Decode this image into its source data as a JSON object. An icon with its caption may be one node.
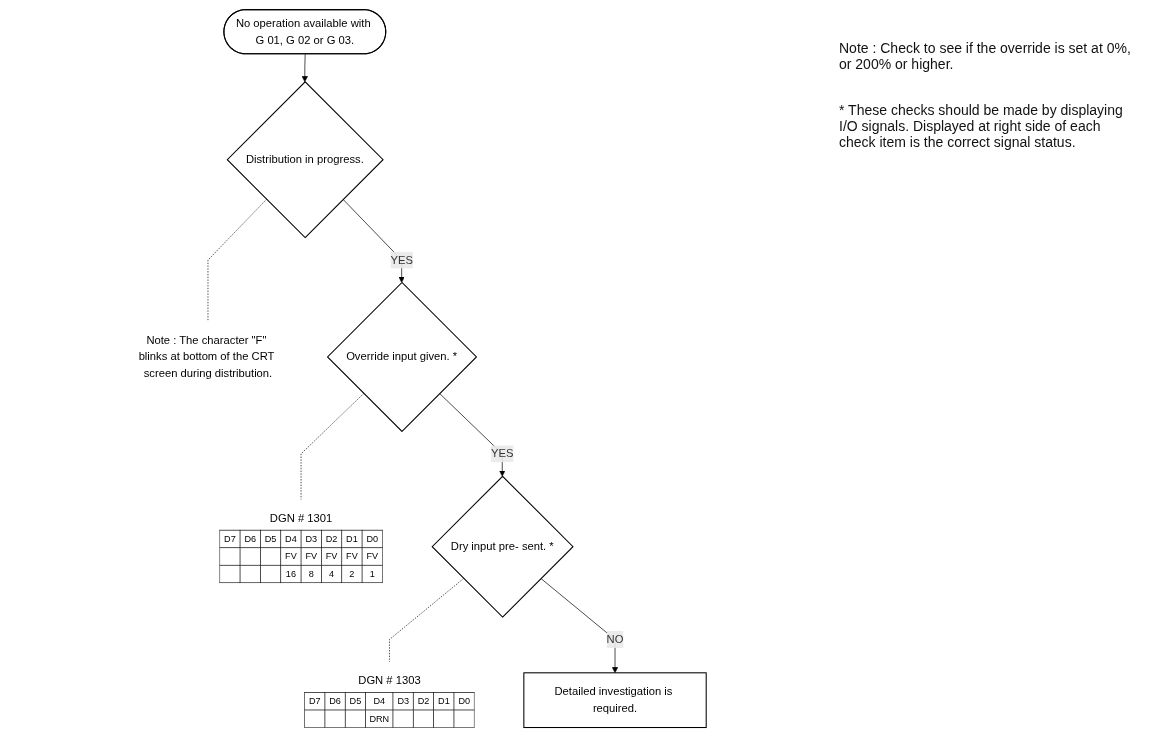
{
  "diagram": {
    "nodes": [
      {
        "text": [
          "No operation available with G 01, G 02 or G 03."
        ]
      },
      {
        "text": [
          "Distribution in progress."
        ]
      },
      {
        "text": [
          "Note : The character \"F\" blinks at bottom of the CRT screen during distribution."
        ]
      },
      {
        "text": [
          "Override input given. *"
        ]
      },
      {
        "text": [
          "DGN # 1301",
          "D7",
          "D6",
          "D5",
          "D4",
          "D3",
          "D2",
          "D1",
          "D0",
          "FV",
          "FV",
          "FV",
          "FV",
          "FV",
          "16",
          "8",
          "4",
          "2",
          "1"
        ]
      },
      {
        "text": [
          "Dry input pre- sent. *"
        ]
      },
      {
        "text": [
          "DGN # 1303",
          "D7",
          "D6",
          "D5",
          "D4",
          "D3",
          "D2",
          "D1",
          "D0",
          "DRN"
        ]
      },
      {
        "text": [
          "Detailed investigation is required."
        ]
      }
    ],
    "edges": [
      {
        "from": 0,
        "to": 1,
        "arrow": "to"
      },
      {
        "from": 1,
        "to": 2,
        "arrow": "none",
        "style": "dashed"
      },
      {
        "from": 1,
        "to": 3,
        "arrow": "to",
        "label": "YES"
      },
      {
        "from": 3,
        "to": 4,
        "arrow": "none",
        "style": "dashed"
      },
      {
        "from": 3,
        "to": 5,
        "arrow": "to",
        "label": "YES"
      },
      {
        "from": 5,
        "to": 6,
        "arrow": "none",
        "style": "dashed"
      },
      {
        "from": 5,
        "to": 7,
        "arrow": "to",
        "label": "NO"
      }
    ],
    "labels": [
      "Note : Check to see if the override is set at 0%, or 200% or higher.",
      "* These checks should be made by displaying I/O signals. Displayed at right side of each check item is the correct signal status."
    ]
  }
}
